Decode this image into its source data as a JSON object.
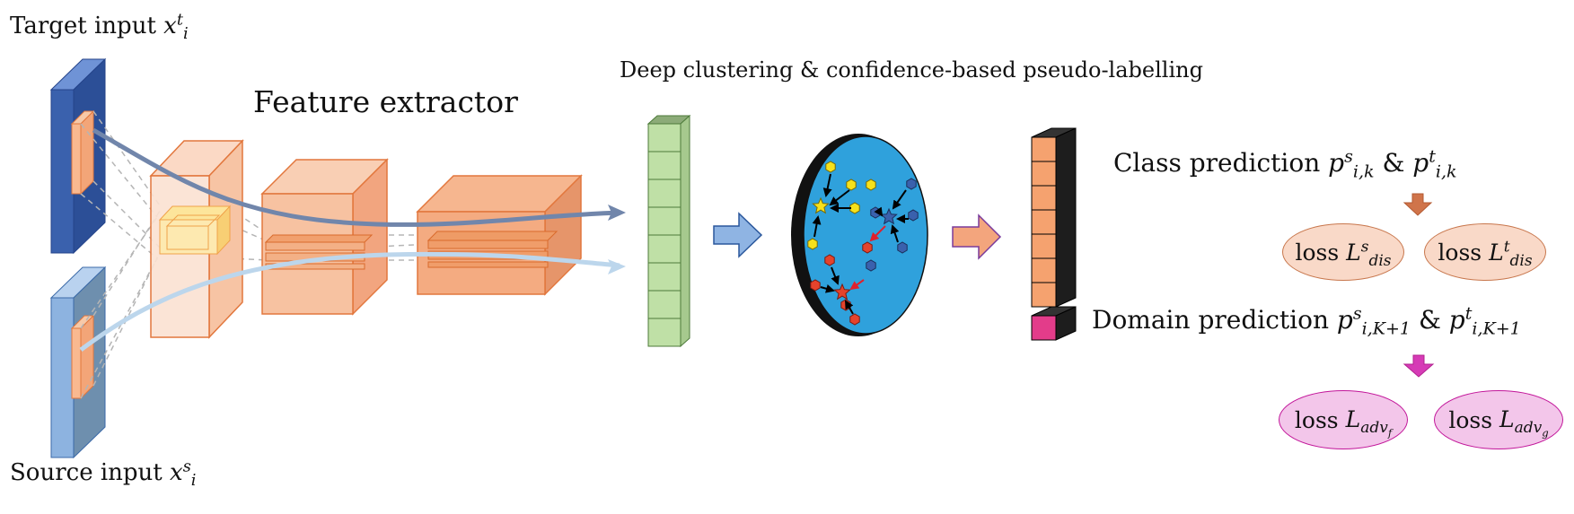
{
  "labels": {
    "target_input": "Target input",
    "target_sym": "x",
    "target_sub": "i",
    "target_sup": "t",
    "source_input": "Source input",
    "source_sym": "x",
    "source_sub": "i",
    "source_sup": "s",
    "feature_extractor": "Feature extractor",
    "clustering": "Deep clustering & confidence-based pseudo-labelling",
    "class_prediction": "Class prediction",
    "class_p": "p",
    "class_sup_s": "s",
    "class_sub": "i,k",
    "class_amp": "&",
    "class_sup_t": "t",
    "domain_prediction": "Domain prediction",
    "domain_p": "p",
    "domain_sup_s": "s",
    "domain_sub": "i,K+1",
    "domain_amp": "&",
    "domain_sup_t": "t"
  },
  "losses": {
    "dis_s": {
      "word": "loss",
      "sym": "L",
      "sup": "s",
      "sub": "dis"
    },
    "dis_t": {
      "word": "loss",
      "sym": "L",
      "sup": "t",
      "sub": "dis"
    },
    "adv_f": {
      "word": "loss",
      "sym": "L",
      "sub": "adv",
      "subsub": "f"
    },
    "adv_g": {
      "word": "loss",
      "sym": "L",
      "sub": "adv",
      "subsub": "g"
    }
  },
  "colors": {
    "target_panel": "#3a61ad",
    "source_panel": "#8db3e0",
    "feature_orange": "#f4a77c",
    "feature_edge": "#e2773d",
    "feature_vector": "#bfe0a6",
    "cluster_disc": "#2fa1dc",
    "output_orange": "#f5a26f",
    "output_pink": "#e33c8a",
    "class_arrow": "#d0744a",
    "domain_arrow": "#d63bb6",
    "dis_loss_fill": "#f9d9c8",
    "adv_loss_fill": "#f3c6ea"
  }
}
